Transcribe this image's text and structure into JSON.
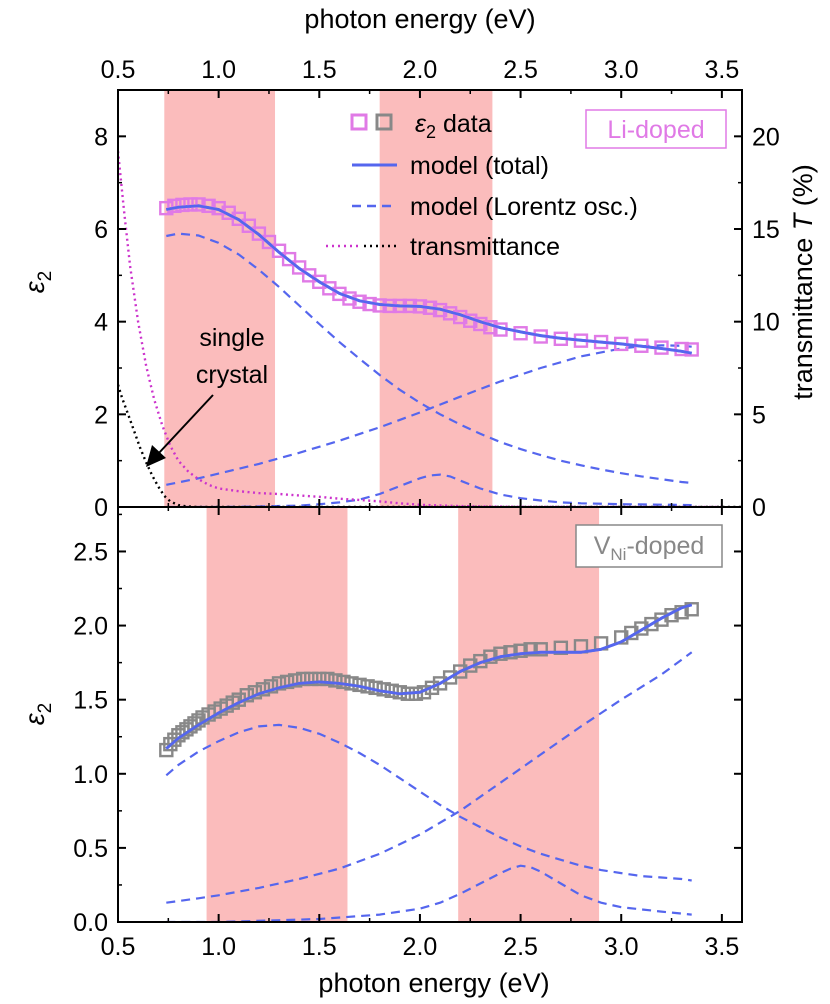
{
  "chart_data": [
    {
      "panel": "top",
      "type": "line",
      "tag": "Li-doped",
      "xlabel": "photon energy (eV)",
      "ylabel": "ε2",
      "ylabel_sub": "2",
      "ylabel_base": "ε",
      "y2label": "transmittance T (%)",
      "y2label_prefix": "transmittance ",
      "y2label_var": "T",
      "y2label_suffix": " (%)",
      "xlim": [
        0.5,
        3.6
      ],
      "ylim": [
        0,
        9
      ],
      "y2lim": [
        0,
        22.5
      ],
      "xticks": [
        "0.5",
        "1.0",
        "1.5",
        "2.0",
        "2.5",
        "3.0",
        "3.5"
      ],
      "xtick_values": [
        0.5,
        1.0,
        1.5,
        2.0,
        2.5,
        3.0,
        3.5
      ],
      "yticks": [
        "0",
        "2",
        "4",
        "6",
        "8"
      ],
      "ytick_values": [
        0,
        2,
        4,
        6,
        8
      ],
      "y2ticks": [
        "0",
        "5",
        "10",
        "15",
        "20"
      ],
      "y2tick_values": [
        0,
        5,
        10,
        15,
        20
      ],
      "shaded_bands": [
        [
          0.73,
          1.28
        ],
        [
          1.8,
          2.36
        ]
      ],
      "legend": {
        "position": "top-right",
        "entries": [
          "ε2 data",
          "model (total)",
          "model (Lorentz osc.)",
          "transmittance"
        ],
        "data_label_sub": "2",
        "data_label_prefix": "ε",
        "data_label_suffix": " data"
      },
      "annotation": {
        "lines": [
          "single",
          "crystal"
        ],
        "arrow_to": [
          0.65,
          0.9
        ]
      },
      "colors": {
        "data": "#e07ae6",
        "model": "#5566ee",
        "transmittance": "#cc33cc",
        "transmittance_crystal": "#000000",
        "band": "#fbbcbc"
      },
      "series": [
        {
          "role": "data",
          "x": [
            0.74,
            0.78,
            0.82,
            0.86,
            0.9,
            0.95,
            1.0,
            1.05,
            1.1,
            1.15,
            1.2,
            1.25,
            1.3,
            1.35,
            1.4,
            1.45,
            1.5,
            1.55,
            1.6,
            1.65,
            1.7,
            1.75,
            1.8,
            1.85,
            1.9,
            1.95,
            2.0,
            2.05,
            2.1,
            2.15,
            2.2,
            2.25,
            2.3,
            2.35,
            2.4,
            2.5,
            2.6,
            2.7,
            2.8,
            2.9,
            3.0,
            3.1,
            3.2,
            3.3,
            3.35
          ],
          "y": [
            6.45,
            6.5,
            6.52,
            6.53,
            6.53,
            6.5,
            6.45,
            6.35,
            6.22,
            6.07,
            5.9,
            5.72,
            5.53,
            5.35,
            5.17,
            5.0,
            4.86,
            4.72,
            4.6,
            4.5,
            4.43,
            4.38,
            4.35,
            4.34,
            4.34,
            4.34,
            4.33,
            4.3,
            4.25,
            4.18,
            4.1,
            4.02,
            3.95,
            3.88,
            3.83,
            3.75,
            3.68,
            3.63,
            3.59,
            3.56,
            3.52,
            3.48,
            3.44,
            3.41,
            3.4
          ]
        },
        {
          "role": "model-total",
          "x": [
            0.74,
            0.8,
            0.9,
            1.0,
            1.1,
            1.2,
            1.3,
            1.4,
            1.5,
            1.6,
            1.7,
            1.8,
            1.9,
            2.0,
            2.1,
            2.2,
            2.3,
            2.4,
            2.5,
            2.6,
            2.7,
            2.8,
            2.9,
            3.0,
            3.1,
            3.2,
            3.3,
            3.35
          ],
          "y": [
            6.42,
            6.47,
            6.5,
            6.42,
            6.2,
            5.88,
            5.5,
            5.15,
            4.86,
            4.61,
            4.45,
            4.37,
            4.34,
            4.33,
            4.27,
            4.15,
            4.0,
            3.87,
            3.78,
            3.7,
            3.64,
            3.6,
            3.56,
            3.52,
            3.47,
            3.42,
            3.36,
            3.32
          ]
        },
        {
          "role": "lorentz-1",
          "x": [
            0.74,
            0.8,
            0.9,
            1.0,
            1.1,
            1.2,
            1.3,
            1.4,
            1.5,
            1.6,
            1.7,
            1.8,
            1.9,
            2.0,
            2.1,
            2.2,
            2.3,
            2.4,
            2.5,
            2.6,
            2.7,
            2.8,
            2.9,
            3.0,
            3.1,
            3.2,
            3.3,
            3.35
          ],
          "y": [
            5.85,
            5.9,
            5.86,
            5.7,
            5.45,
            5.12,
            4.75,
            4.35,
            3.95,
            3.56,
            3.2,
            2.85,
            2.53,
            2.25,
            2.0,
            1.78,
            1.58,
            1.4,
            1.25,
            1.12,
            1.0,
            0.9,
            0.81,
            0.73,
            0.66,
            0.6,
            0.54,
            0.52
          ]
        },
        {
          "role": "lorentz-2",
          "x": [
            0.74,
            0.8,
            0.9,
            1.0,
            1.2,
            1.4,
            1.6,
            1.8,
            2.0,
            2.2,
            2.4,
            2.6,
            2.8,
            3.0,
            3.1,
            3.2,
            3.3,
            3.35
          ],
          "y": [
            0.48,
            0.53,
            0.62,
            0.72,
            0.93,
            1.17,
            1.43,
            1.72,
            2.04,
            2.38,
            2.71,
            3.0,
            3.25,
            3.42,
            3.47,
            3.49,
            3.48,
            3.46
          ]
        },
        {
          "role": "lorentz-3",
          "x": [
            0.74,
            0.9,
            1.0,
            1.2,
            1.4,
            1.5,
            1.6,
            1.7,
            1.8,
            1.9,
            2.0,
            2.05,
            2.1,
            2.15,
            2.2,
            2.3,
            2.4,
            2.5,
            2.6,
            2.7,
            2.8,
            3.0,
            3.2,
            3.35
          ],
          "y": [
            0,
            0,
            0,
            0.01,
            0.03,
            0.06,
            0.1,
            0.16,
            0.28,
            0.45,
            0.62,
            0.68,
            0.7,
            0.66,
            0.57,
            0.4,
            0.27,
            0.19,
            0.14,
            0.1,
            0.08,
            0.06,
            0.05,
            0.04
          ]
        },
        {
          "role": "transmittance-doped",
          "axis": "y2",
          "x": [
            0.5,
            0.53,
            0.56,
            0.6,
            0.64,
            0.68,
            0.72,
            0.76,
            0.8,
            0.85,
            0.9,
            0.95,
            1.0,
            1.1,
            1.2,
            1.3,
            1.4,
            1.5,
            1.6,
            1.7,
            1.8,
            1.9,
            2.0,
            2.1,
            2.2,
            2.3,
            2.4,
            2.5,
            2.6,
            3.0,
            3.5
          ],
          "y": [
            19.2,
            16.0,
            13.0,
            10.0,
            7.6,
            5.8,
            4.4,
            3.3,
            2.5,
            1.9,
            1.5,
            1.2,
            1.0,
            0.85,
            0.75,
            0.7,
            0.62,
            0.55,
            0.45,
            0.38,
            0.3,
            0.2,
            0.12,
            0.08,
            0.05,
            0.03,
            0.02,
            0.01,
            0.01,
            0.0,
            0.0
          ]
        },
        {
          "role": "transmittance-crystal",
          "axis": "y2",
          "x": [
            0.5,
            0.52,
            0.55,
            0.58,
            0.61,
            0.64,
            0.67,
            0.7,
            0.73,
            0.76,
            0.8,
            0.84,
            0.9,
            1.0,
            1.5,
            3.6
          ],
          "y": [
            6.6,
            5.9,
            5.0,
            4.1,
            3.2,
            2.4,
            1.7,
            1.1,
            0.6,
            0.3,
            0.1,
            0.03,
            0.0,
            0.0,
            0.0,
            0.0
          ]
        }
      ]
    },
    {
      "panel": "bottom",
      "type": "line",
      "tag": "VNi-doped",
      "tag_base": "V",
      "tag_sub": "Ni",
      "tag_suffix": "-doped",
      "xlabel": "photon energy (eV)",
      "ylabel": "ε2",
      "ylabel_sub": "2",
      "ylabel_base": "ε",
      "xlim": [
        0.5,
        3.6
      ],
      "ylim": [
        0,
        2.8
      ],
      "xticks": [
        "0.5",
        "1.0",
        "1.5",
        "2.0",
        "2.5",
        "3.0",
        "3.5"
      ],
      "xtick_values": [
        0.5,
        1.0,
        1.5,
        2.0,
        2.5,
        3.0,
        3.5
      ],
      "yticks": [
        "0.0",
        "0.5",
        "1.0",
        "1.5",
        "2.0",
        "2.5"
      ],
      "ytick_values": [
        0.0,
        0.5,
        1.0,
        1.5,
        2.0,
        2.5
      ],
      "shaded_bands": [
        [
          0.94,
          1.64
        ],
        [
          2.19,
          2.89
        ]
      ],
      "colors": {
        "data": "#888888",
        "model": "#5566ee",
        "band": "#fbbcbc"
      },
      "series": [
        {
          "role": "data",
          "x": [
            0.74,
            0.76,
            0.78,
            0.8,
            0.82,
            0.84,
            0.86,
            0.88,
            0.9,
            0.92,
            0.95,
            0.98,
            1.01,
            1.04,
            1.07,
            1.1,
            1.14,
            1.18,
            1.22,
            1.26,
            1.3,
            1.34,
            1.38,
            1.42,
            1.46,
            1.5,
            1.54,
            1.58,
            1.62,
            1.66,
            1.7,
            1.74,
            1.78,
            1.82,
            1.86,
            1.9,
            1.94,
            1.98,
            2.02,
            2.06,
            2.1,
            2.15,
            2.2,
            2.25,
            2.3,
            2.35,
            2.4,
            2.45,
            2.5,
            2.55,
            2.6,
            2.7,
            2.8,
            2.9,
            3.0,
            3.05,
            3.1,
            3.15,
            3.2,
            3.25,
            3.3,
            3.35
          ],
          "y": [
            1.16,
            1.2,
            1.23,
            1.26,
            1.28,
            1.3,
            1.32,
            1.34,
            1.36,
            1.38,
            1.4,
            1.42,
            1.44,
            1.46,
            1.48,
            1.5,
            1.53,
            1.55,
            1.57,
            1.59,
            1.61,
            1.62,
            1.63,
            1.64,
            1.64,
            1.64,
            1.64,
            1.63,
            1.62,
            1.61,
            1.6,
            1.59,
            1.58,
            1.57,
            1.56,
            1.55,
            1.54,
            1.54,
            1.55,
            1.58,
            1.61,
            1.65,
            1.69,
            1.73,
            1.76,
            1.79,
            1.81,
            1.82,
            1.83,
            1.84,
            1.84,
            1.85,
            1.86,
            1.88,
            1.92,
            1.95,
            1.98,
            2.01,
            2.04,
            2.07,
            2.09,
            2.11
          ]
        },
        {
          "role": "model-total",
          "x": [
            0.74,
            0.8,
            0.9,
            1.0,
            1.1,
            1.2,
            1.3,
            1.4,
            1.5,
            1.6,
            1.7,
            1.8,
            1.9,
            2.0,
            2.1,
            2.2,
            2.3,
            2.4,
            2.5,
            2.6,
            2.7,
            2.8,
            2.9,
            3.0,
            3.1,
            3.2,
            3.3,
            3.35
          ],
          "y": [
            1.17,
            1.24,
            1.33,
            1.41,
            1.48,
            1.54,
            1.58,
            1.61,
            1.62,
            1.61,
            1.59,
            1.56,
            1.54,
            1.55,
            1.61,
            1.69,
            1.75,
            1.79,
            1.81,
            1.82,
            1.82,
            1.82,
            1.84,
            1.89,
            1.97,
            2.05,
            2.12,
            2.14
          ]
        },
        {
          "role": "lorentz-1",
          "x": [
            0.74,
            0.8,
            0.9,
            1.0,
            1.1,
            1.2,
            1.3,
            1.4,
            1.5,
            1.6,
            1.7,
            1.8,
            1.9,
            2.0,
            2.1,
            2.2,
            2.3,
            2.4,
            2.5,
            2.6,
            2.7,
            2.8,
            2.9,
            3.0,
            3.1,
            3.2,
            3.3,
            3.35
          ],
          "y": [
            0.99,
            1.06,
            1.15,
            1.22,
            1.28,
            1.32,
            1.33,
            1.31,
            1.27,
            1.21,
            1.14,
            1.06,
            0.97,
            0.88,
            0.79,
            0.71,
            0.64,
            0.57,
            0.51,
            0.46,
            0.42,
            0.38,
            0.35,
            0.33,
            0.31,
            0.3,
            0.29,
            0.28
          ]
        },
        {
          "role": "lorentz-2",
          "x": [
            0.74,
            0.9,
            1.0,
            1.2,
            1.4,
            1.6,
            1.8,
            2.0,
            2.2,
            2.4,
            2.6,
            2.8,
            3.0,
            3.2,
            3.35
          ],
          "y": [
            0.13,
            0.16,
            0.18,
            0.23,
            0.29,
            0.36,
            0.46,
            0.59,
            0.75,
            0.94,
            1.13,
            1.32,
            1.5,
            1.67,
            1.82
          ]
        },
        {
          "role": "lorentz-3",
          "x": [
            0.74,
            1.0,
            1.5,
            1.8,
            2.0,
            2.1,
            2.2,
            2.3,
            2.4,
            2.45,
            2.5,
            2.55,
            2.6,
            2.7,
            2.8,
            2.9,
            3.0,
            3.2,
            3.35
          ],
          "y": [
            0.0,
            0.0,
            0.02,
            0.05,
            0.09,
            0.13,
            0.19,
            0.26,
            0.33,
            0.36,
            0.38,
            0.37,
            0.34,
            0.26,
            0.18,
            0.13,
            0.1,
            0.07,
            0.05
          ]
        }
      ]
    }
  ]
}
